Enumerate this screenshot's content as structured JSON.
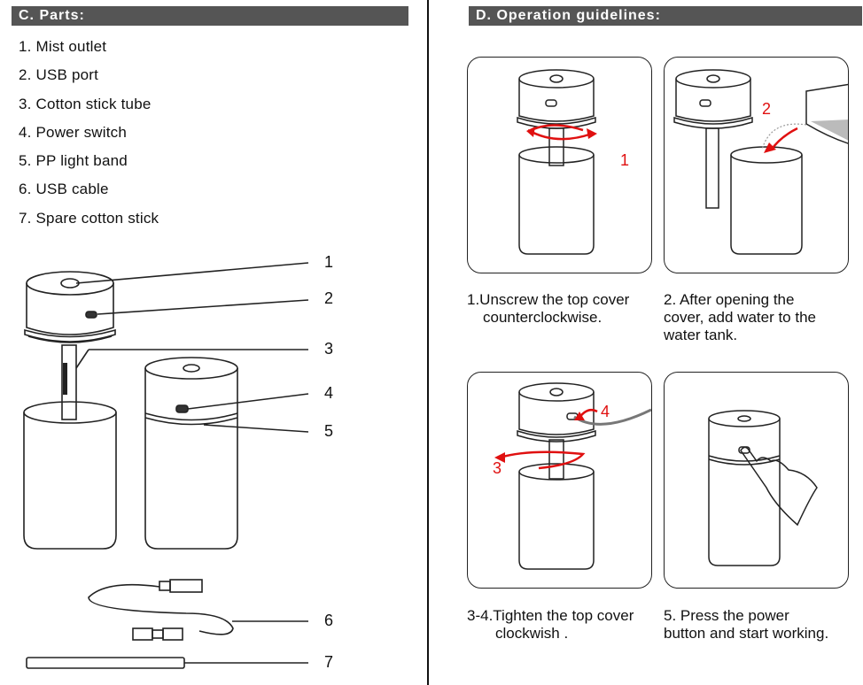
{
  "parts": {
    "heading": "C. Parts:",
    "items": [
      "1. Mist outlet",
      "2. USB port",
      "3. Cotton stick tube",
      "4. Power switch",
      "5. PP light band",
      "6. USB cable",
      "7. Spare cotton stick"
    ],
    "callouts": [
      "1",
      "2",
      "3",
      "4",
      "5",
      "6",
      "7"
    ]
  },
  "operation": {
    "heading": "D. Operation guidelines:",
    "step1": {
      "line1": "1.Unscrew the top cover",
      "line2": "counterclockwise.",
      "num": "1"
    },
    "step2": {
      "line1": "2. After opening the",
      "line2": "cover, add water to the",
      "line3": "water tank.",
      "num": "2"
    },
    "step34": {
      "line1": "3-4.Tighten the top cover",
      "line2": "clockwish .",
      "num3": "3",
      "num4": "4"
    },
    "step5": {
      "line1": "5. Press the power",
      "line2": "button and start working."
    }
  },
  "colors": {
    "header_bg": "#555555",
    "accent_red": "#e01010"
  }
}
